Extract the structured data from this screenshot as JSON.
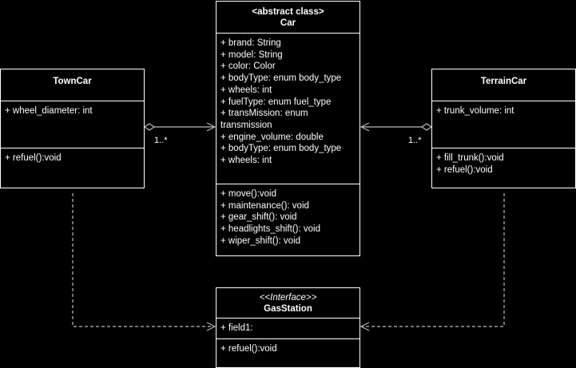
{
  "colors": {
    "background": "#000000",
    "stroke": "#ffffff",
    "connector": "#bbbbbb"
  },
  "diagram": {
    "car": {
      "stereotype": "<abstract class>",
      "name": "Car",
      "attributes": [
        "+ brand: String",
        "+ model: String",
        "+ color: Color",
        "+ bodyType: enum body_type",
        "+ wheels: int",
        "+ fuelType: enum fuel_type",
        "+ transMission: enum transmission",
        "+ engine_volume: double",
        "+ bodyType: enum body_type",
        "+ wheels: int"
      ],
      "methods": [
        "+ move():void",
        "+ maintenance(): void",
        "+ gear_shift(): void",
        "+ headlights_shift(): void",
        "+ wiper_shift(): void"
      ]
    },
    "towncar": {
      "name": "TownCar",
      "attributes": [
        "+ wheel_diameter: int"
      ],
      "methods": [
        "+ refuel():void"
      ]
    },
    "terraincar": {
      "name": "TerrainCar",
      "attributes": [
        "+ trunk_volume: int"
      ],
      "methods": [
        "+ fill_trunk():void",
        "+ refuel():void"
      ]
    },
    "gasstation": {
      "stereotype": "<<Interface>>",
      "name": "GasStation",
      "attributes": [
        "+ field1:"
      ],
      "methods": [
        "+ refuel():void"
      ]
    },
    "multiplicity_left": "1..*",
    "multiplicity_right": "1..*"
  }
}
